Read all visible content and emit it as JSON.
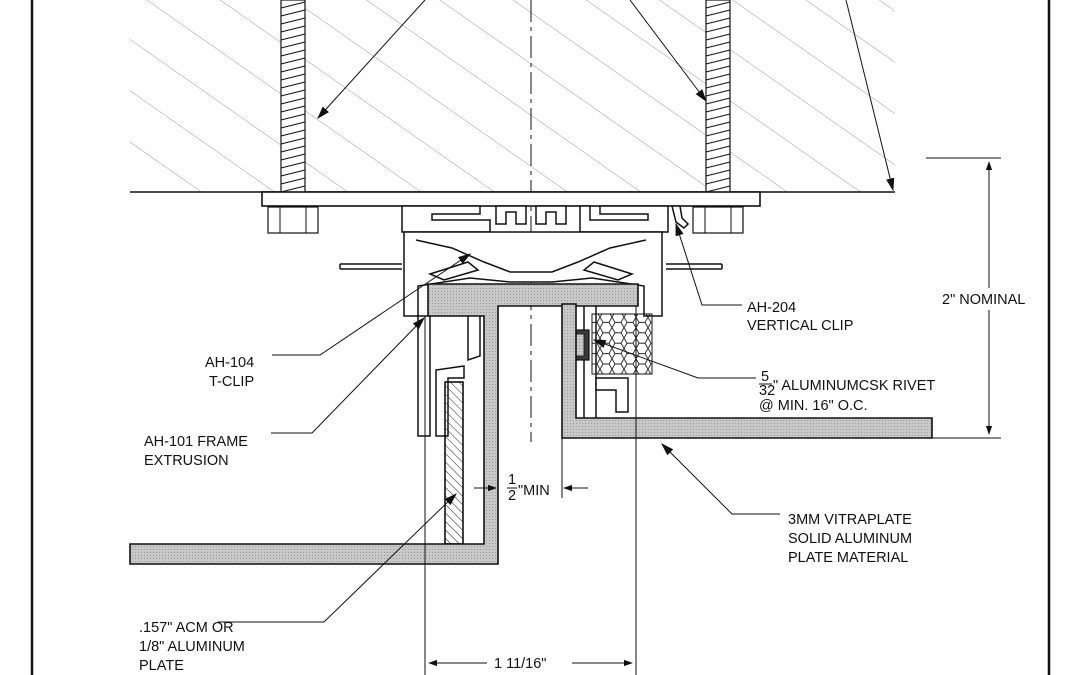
{
  "labels": {
    "ah204_line1": "AH-204",
    "ah204_line2": "VERTICAL CLIP",
    "nominal": "2\" NOMINAL",
    "ah104_line1": "AH-104",
    "ah104_line2": "T-CLIP",
    "rivet_frac_num": "5",
    "rivet_frac_den": "32",
    "rivet_line1": "\" ALUMINUMCSK RIVET",
    "rivet_line2": "@ MIN. 16\" O.C.",
    "ah101_line1": "AH-101 FRAME",
    "ah101_line2": "EXTRUSION",
    "min_frac_num": "1",
    "min_frac_den": "2",
    "min_text": "\"MIN",
    "plate3mm_line1": "3MM VITRAPLATE",
    "plate3mm_line2": "SOLID ALUMINUM",
    "plate3mm_line3": "PLATE MATERIAL",
    "acm_line1": ".157\" ACM OR",
    "acm_line2": "1/8\" ALUMINUM",
    "acm_line3": "PLATE",
    "width_dim": "1 11/16\""
  }
}
